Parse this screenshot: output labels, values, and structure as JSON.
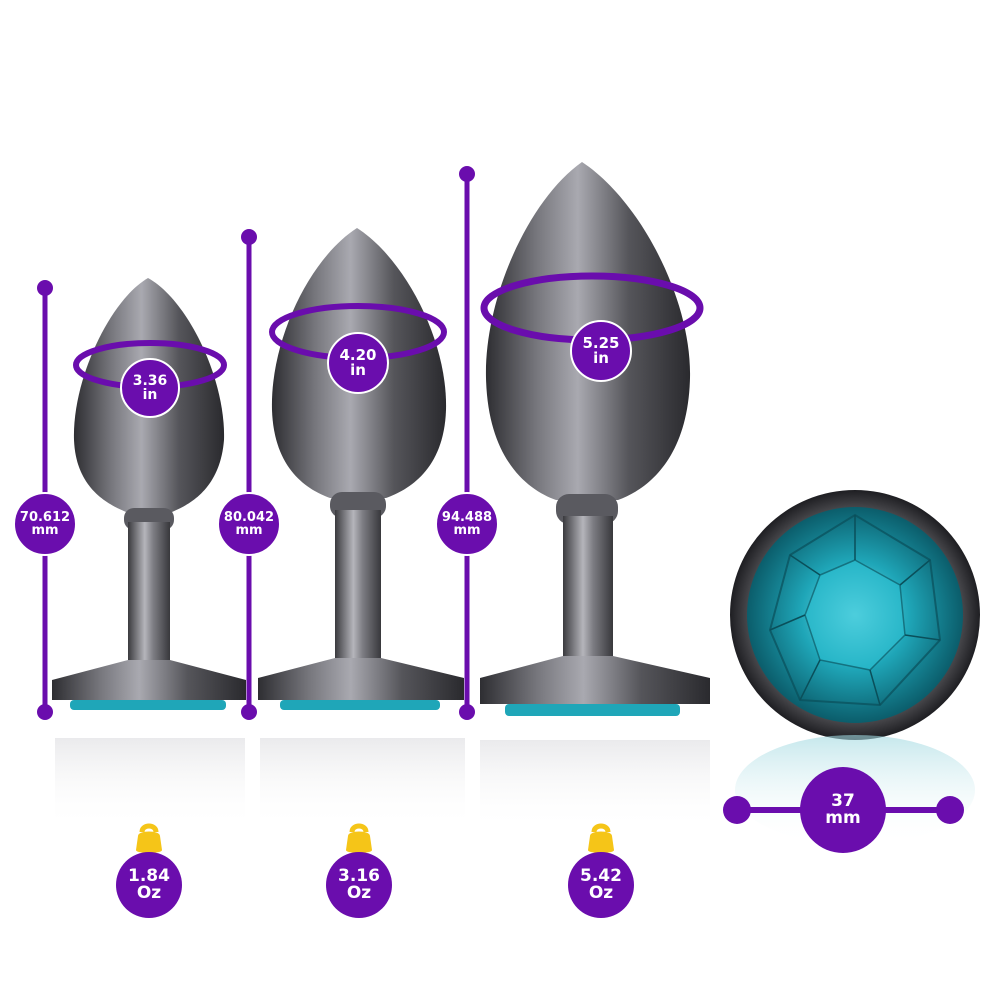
{
  "colors": {
    "accent": "#6a0dad",
    "jewel": "#1fa6b8",
    "metal": "#4a4a4e",
    "weight_icon": "#f5c518"
  },
  "products": [
    {
      "circumference": {
        "value": "3.36",
        "unit": "in"
      },
      "length": {
        "value": "70.612",
        "unit": "mm"
      },
      "weight": {
        "value": "1.84",
        "unit": "Oz"
      }
    },
    {
      "circumference": {
        "value": "4.20",
        "unit": "in"
      },
      "length": {
        "value": "80.042",
        "unit": "mm"
      },
      "weight": {
        "value": "3.16",
        "unit": "Oz"
      }
    },
    {
      "circumference": {
        "value": "5.25",
        "unit": "in"
      },
      "length": {
        "value": "94.488",
        "unit": "mm"
      },
      "weight": {
        "value": "5.42",
        "unit": "Oz"
      }
    }
  ],
  "base": {
    "diameter": {
      "value": "37",
      "unit": "mm"
    }
  },
  "icons": {
    "weight": "kettlebell-icon",
    "jewel": "gem-base",
    "dimension": "dimension-line"
  }
}
